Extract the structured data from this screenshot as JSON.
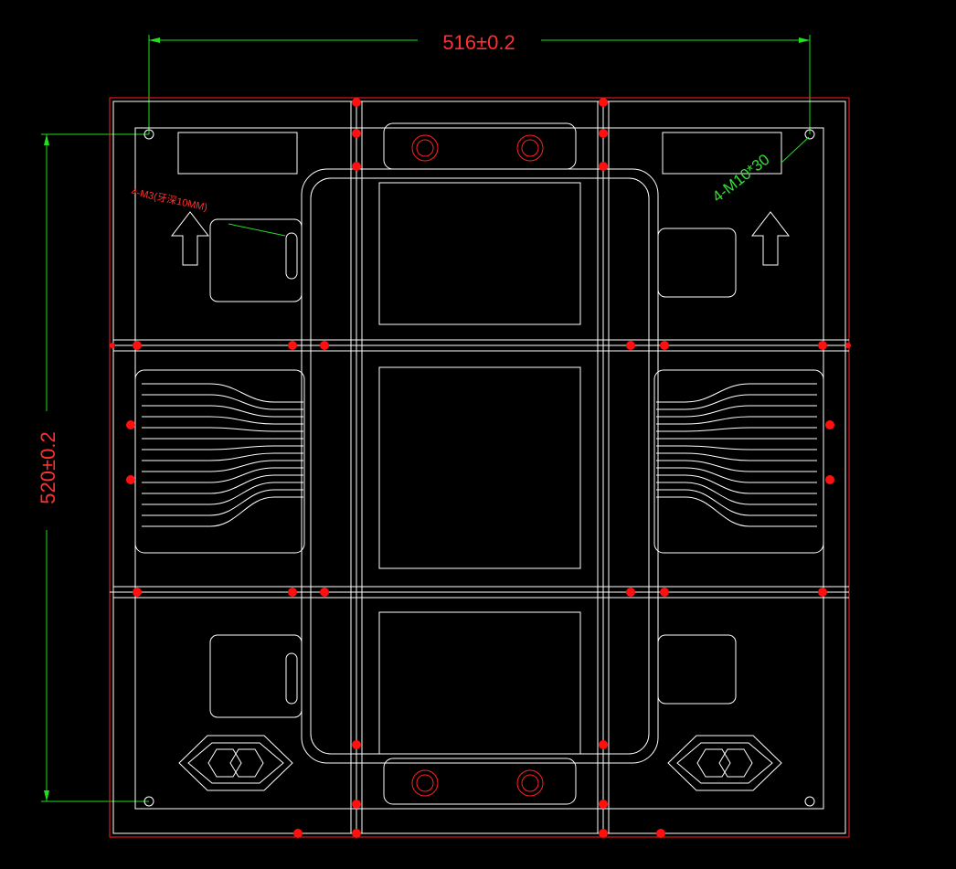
{
  "drawing": {
    "dim_width": "516±0.2",
    "dim_height": "520±0.2",
    "note_m3": "4-M3(牙深10MM)",
    "note_m10": "4-M10*30",
    "colors": {
      "outline": "#ff2020",
      "lines": "#ffffff",
      "dimension": "#20e020",
      "background": "#000000"
    }
  }
}
